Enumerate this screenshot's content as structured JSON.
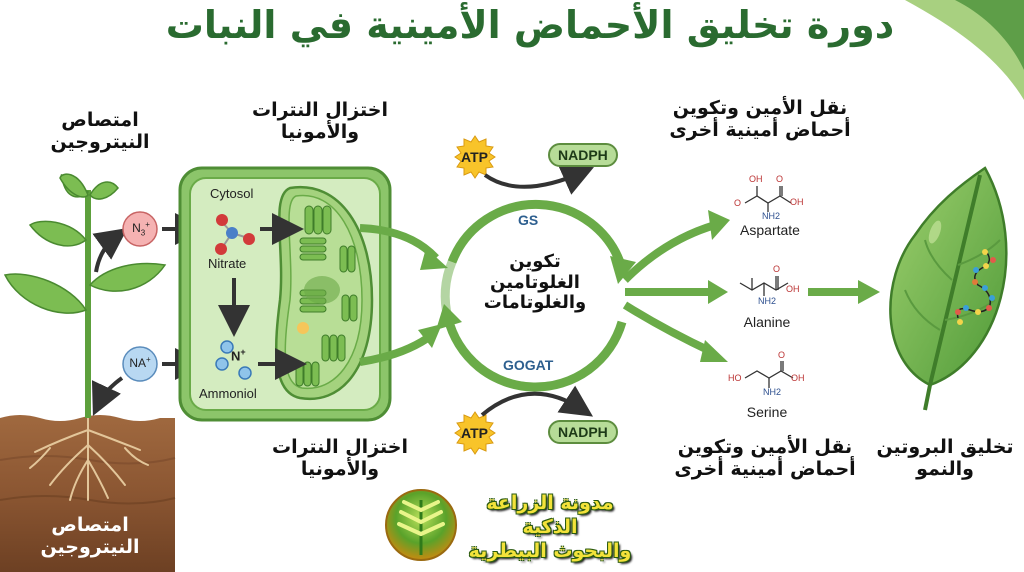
{
  "title": "دورة تخليق الأحماض الأمينية في النبات",
  "colors": {
    "title_green": "#2a6b30",
    "arrow_green": "#6aab48",
    "cell_green": "#8cc56a",
    "soil_brown": "#8b5a3a",
    "atp_yellow": "#f8c42a",
    "nadph_green": "#b7dc98",
    "enzyme_blue": "#2d5f8f"
  },
  "plant": {
    "label_top": [
      "امتصاص",
      "النيتروجين"
    ],
    "label_soil": [
      "امتصاص",
      "النيتروجين"
    ],
    "ion_nitrate": {
      "base": "N",
      "sub": "3",
      "sup": "+"
    },
    "ion_ammonium": {
      "base": "NA",
      "sup": "+"
    }
  },
  "cell": {
    "label_top": [
      "اختزال النترات",
      "والأمونيا"
    ],
    "label_bottom": [
      "اختزال النترات",
      "والأمونيا"
    ],
    "cytosol": "Cytosol",
    "nitrate": "Nitrate",
    "ammonium_symbol": "N",
    "ammonium_sup": "+",
    "ammonium": "Ammoniol"
  },
  "cycle": {
    "center_text": [
      "تكوين",
      "الغلوتامين",
      "والغلوتامات"
    ],
    "enzyme_top": "GS",
    "enzyme_bottom": "GOGAT",
    "atp_top": "ATP",
    "nadph_top": "NADPH",
    "atp_bottom": "ATP",
    "nadph_bottom": "NADPH"
  },
  "transamination": {
    "label_top": [
      "نقل الأمين وتكوين",
      "أحماض أمينية أخرى"
    ],
    "label_bottom": [
      "نقل الأمين وتكوين",
      "أحماض أمينية أخرى"
    ],
    "amino_acids": [
      {
        "name": "Aspartate",
        "groups": [
          "OH",
          "O",
          "OH",
          "NH2",
          "O"
        ]
      },
      {
        "name": "Alanine",
        "groups": [
          "O",
          "OH",
          "NH2"
        ]
      },
      {
        "name": "Serine",
        "groups": [
          "HO",
          "O",
          "OH",
          "NH2"
        ]
      }
    ]
  },
  "protein": {
    "label": [
      "تخليق البروتين",
      "والنمو"
    ]
  },
  "logo": {
    "line1": "مدونة الزراعة الذكية",
    "line2": "والبحوث البيطرية"
  }
}
